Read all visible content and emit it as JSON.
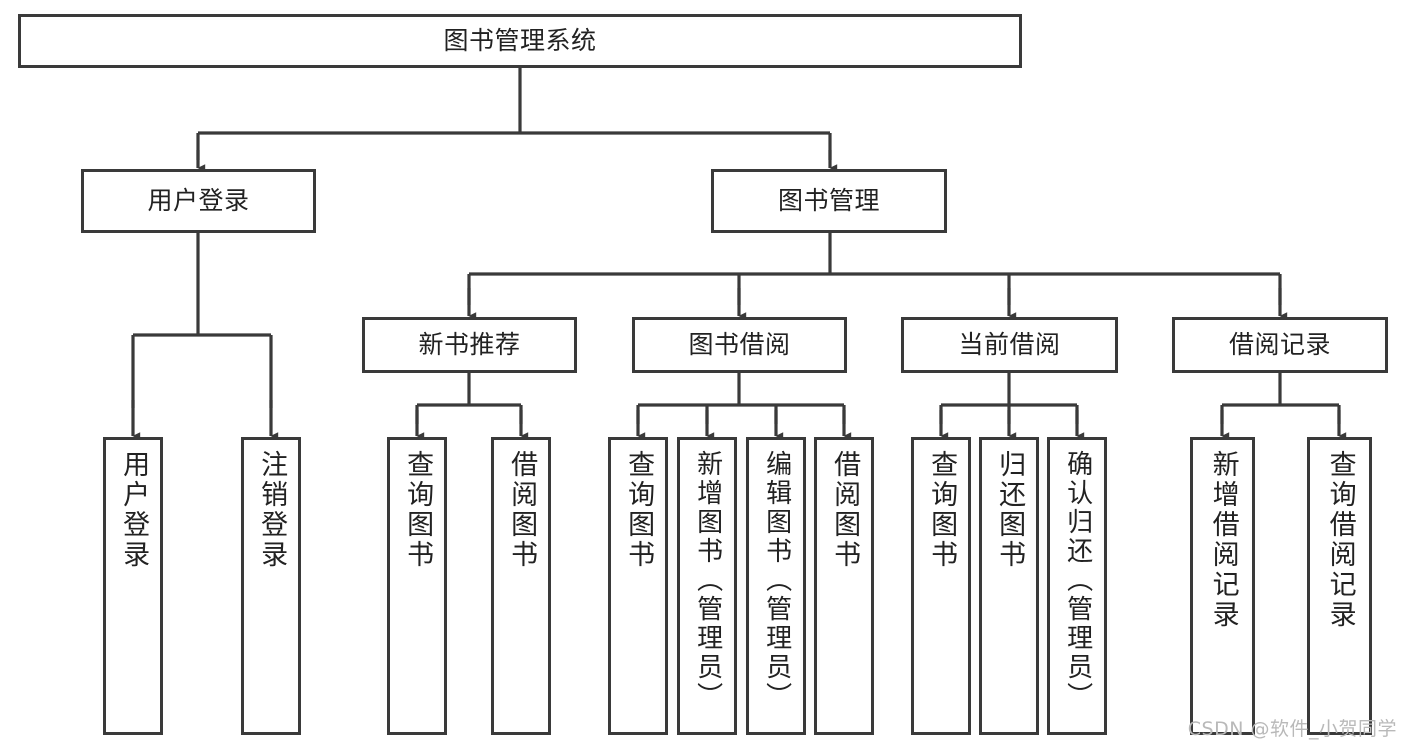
{
  "diagram": {
    "title": "图书管理系统",
    "type": "tree-hierarchy",
    "root": {
      "id": "root",
      "label": "图书管理系统"
    },
    "level2": [
      {
        "id": "user-login",
        "label": "用户登录"
      },
      {
        "id": "book-manage",
        "label": "图书管理"
      }
    ],
    "level3": [
      {
        "id": "new-book-recommend",
        "label": "新书推荐",
        "parent": "book-manage"
      },
      {
        "id": "book-borrow",
        "label": "图书借阅",
        "parent": "book-manage"
      },
      {
        "id": "current-borrow",
        "label": "当前借阅",
        "parent": "book-manage"
      },
      {
        "id": "borrow-record",
        "label": "借阅记录",
        "parent": "book-manage"
      }
    ],
    "leaves": [
      {
        "id": "leaf-user-login",
        "label": "用户登录",
        "parent": "user-login"
      },
      {
        "id": "leaf-user-logout",
        "label": "注销登录",
        "parent": "user-login"
      },
      {
        "id": "leaf-query-book-1",
        "label": "查询图书",
        "parent": "new-book-recommend"
      },
      {
        "id": "leaf-borrow-book-1",
        "label": "借阅图书",
        "parent": "new-book-recommend"
      },
      {
        "id": "leaf-query-book-2",
        "label": "查询图书",
        "parent": "book-borrow"
      },
      {
        "id": "leaf-add-book",
        "label": "新增图书（管理员）",
        "parent": "book-borrow"
      },
      {
        "id": "leaf-edit-book",
        "label": "编辑图书（管理员）",
        "parent": "book-borrow"
      },
      {
        "id": "leaf-borrow-book-2",
        "label": "借阅图书",
        "parent": "book-borrow"
      },
      {
        "id": "leaf-query-book-3",
        "label": "查询图书",
        "parent": "current-borrow"
      },
      {
        "id": "leaf-return-book",
        "label": "归还图书",
        "parent": "current-borrow"
      },
      {
        "id": "leaf-confirm-return",
        "label": "确认归还（管理员）",
        "parent": "current-borrow"
      },
      {
        "id": "leaf-add-record",
        "label": "新增借阅记录",
        "parent": "borrow-record"
      },
      {
        "id": "leaf-query-record",
        "label": "查询借阅记录",
        "parent": "borrow-record"
      }
    ]
  },
  "watermark": {
    "text": "CSDN @软件_小贺同学"
  },
  "colors": {
    "stroke": "#3a3a3a",
    "background": "#ffffff",
    "text": "#222222",
    "watermark": "#b9b9b9"
  }
}
